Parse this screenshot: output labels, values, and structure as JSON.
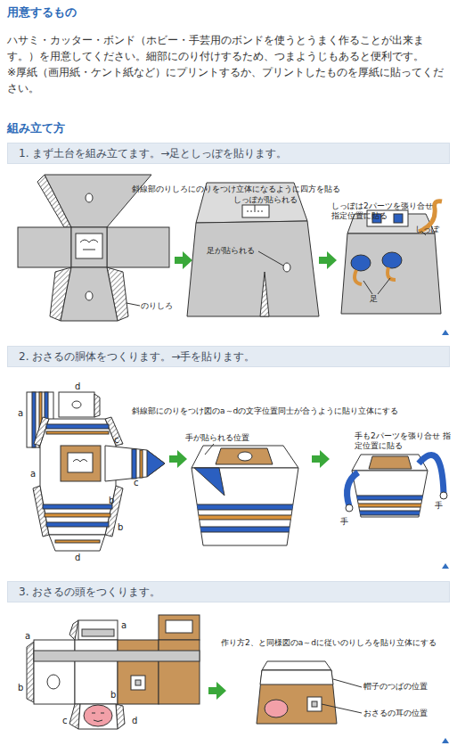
{
  "diagram": {
    "title": "用意するもの",
    "nodes": [
      {
        "text": [
          "1. まず土台を組み立てます。→足としっぽを貼ります。"
        ]
      },
      {
        "text": [
          "2. おさるの胴体をつくります。→手を貼ります。"
        ]
      },
      {
        "text": [
          "3. おさるの頭をつくります。"
        ]
      }
    ],
    "labels": [
      "ハサミ・カッター・ボンド（ホビー・手芸用のボンドを使うとうまく作ることが出来ます。）を用意してください。細部にのり付けするため、つまようじもあると便利です。",
      "※厚紙（画用紙・ケント紙など）にプリントするか、プリントしたものを厚紙に貼ってください。",
      "組み立て方",
      "斜線部のりしろにのりをつけ立体になるように四方を貼る",
      "しっぽが貼られる",
      "しっぽは2パーツを張り合せ 指定位置に貼る",
      "しっぽ",
      "足が貼られる",
      "足",
      "のりしろ",
      "d",
      "a",
      "c",
      "a",
      "c",
      "b",
      "b",
      "d",
      "斜線部にのりをつけ図のa～dの文字位置同士が合うように貼り立体にする",
      "手が貼られる位置",
      "手も2パーツを張り合せ 指定位置に貼る",
      "手",
      "手",
      "a",
      "a",
      "b",
      "b",
      "c",
      "d",
      "作り方2、と同様図のa～dに従いのりしろを貼り立体にする",
      "帽子のつばの位置",
      "おさるの耳の位置"
    ]
  }
}
